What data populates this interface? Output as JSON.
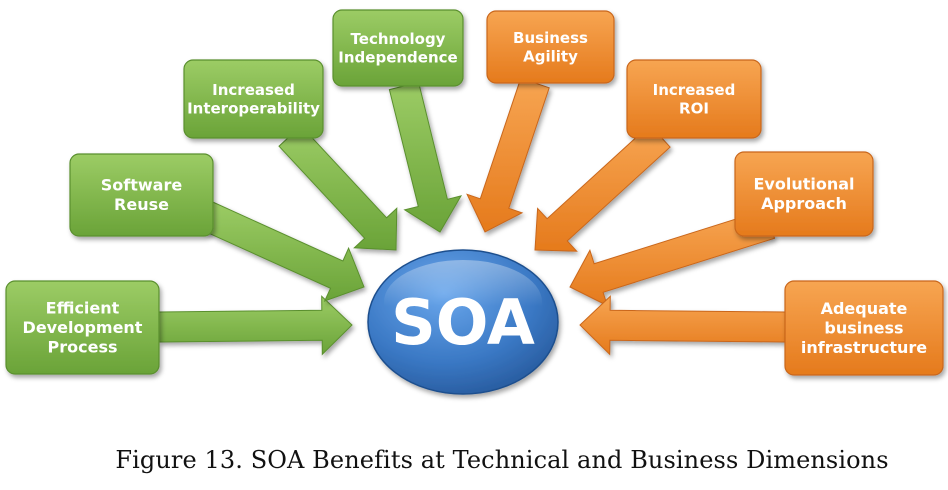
{
  "diagram": {
    "hub": {
      "label": "SOA"
    },
    "technical_benefits": [
      {
        "lines": [
          "Efficient",
          "Development",
          "Process"
        ]
      },
      {
        "lines": [
          "Software",
          "Reuse"
        ]
      },
      {
        "lines": [
          "Increased",
          "Interoperability"
        ]
      },
      {
        "lines": [
          "Technology",
          "Independence"
        ]
      }
    ],
    "business_benefits": [
      {
        "lines": [
          "Business",
          "Agility"
        ]
      },
      {
        "lines": [
          "Increased",
          "ROI"
        ]
      },
      {
        "lines": [
          "Evolutional",
          "Approach"
        ]
      },
      {
        "lines": [
          "Adequate",
          "business",
          "infrastructure"
        ]
      }
    ],
    "colors": {
      "technical": "#7ab648",
      "technical_dark": "#5a8f2e",
      "business": "#f0892a",
      "business_dark": "#c9661a",
      "hub": "#3a78c4",
      "hub_dark": "#1f4f8e"
    }
  },
  "caption": "Figure 13. SOA Benefits at Technical and Business Dimensions"
}
